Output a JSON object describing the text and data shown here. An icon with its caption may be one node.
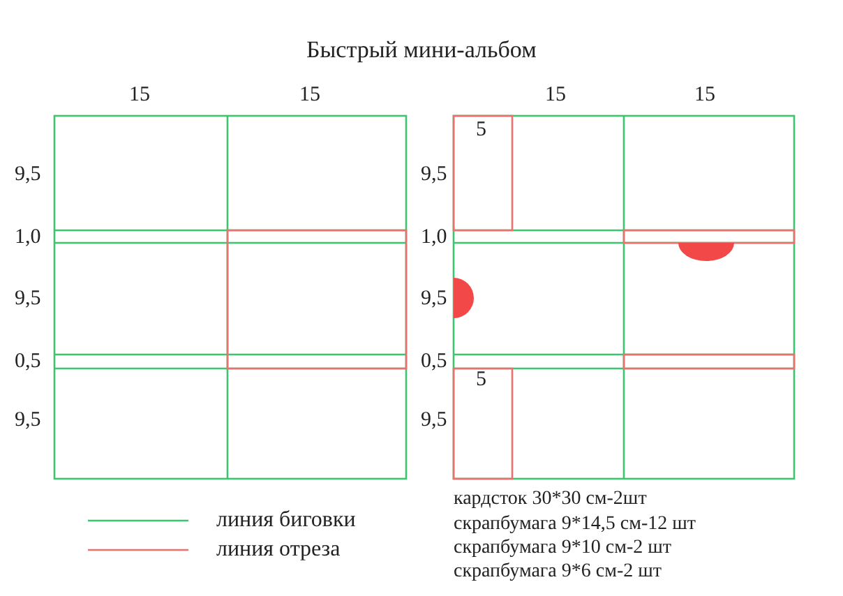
{
  "diagram": {
    "title": "Быстрый мини-альбом",
    "labels": [
      "15",
      "15",
      "9,5",
      "1,0",
      "9,5",
      "0,5",
      "9,5",
      "15",
      "15",
      "9,5",
      "5",
      "1,0",
      "9,5",
      "0,5",
      "5",
      "9,5",
      "кардсток 30*30 см-2шт",
      "скрапбумага 9*14,5 см-12 шт",
      "скрапбумага 9*10 см-2 шт",
      "скрапбумага 9*6 см-2 шт"
    ],
    "legend": [
      {
        "text": "линия биговки"
      },
      {
        "text": "линия отреза"
      }
    ]
  }
}
